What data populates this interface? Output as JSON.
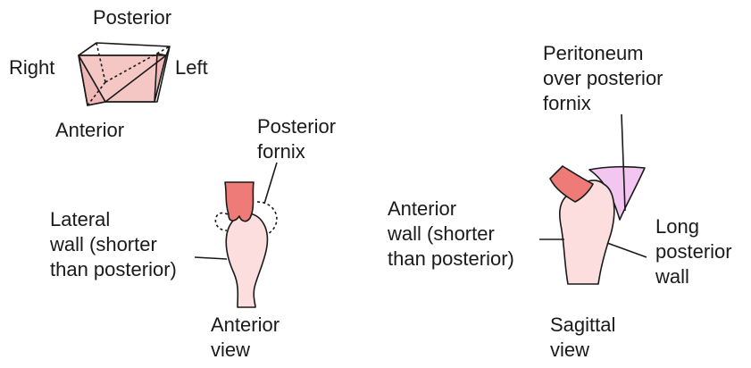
{
  "orientation": {
    "posterior": "Posterior",
    "right": "Right",
    "left": "Left",
    "anterior": "Anterior"
  },
  "anterior_view": {
    "posterior_fornix": "Posterior\nfornix",
    "lateral_wall": "Lateral\nwall (shorter\nthan posterior)",
    "caption": "Anterior\nview"
  },
  "sagittal_view": {
    "peritoneum": "Peritoneum\nover posterior\nfornix",
    "anterior_wall": "Anterior\nwall (shorter\nthan posterior)",
    "posterior_wall": "Long\nposterior\nwall",
    "caption": "Sagittal\nview"
  },
  "colors": {
    "wall_fill": "#fbdedd",
    "cervix_fill": "#ef7b78",
    "peritoneum_fill": "#f3c6f1",
    "box_fill": "#f4c6c4",
    "stroke": "#1a1a1a"
  },
  "icons": {
    "orientation_box": "3d-box-icon"
  }
}
